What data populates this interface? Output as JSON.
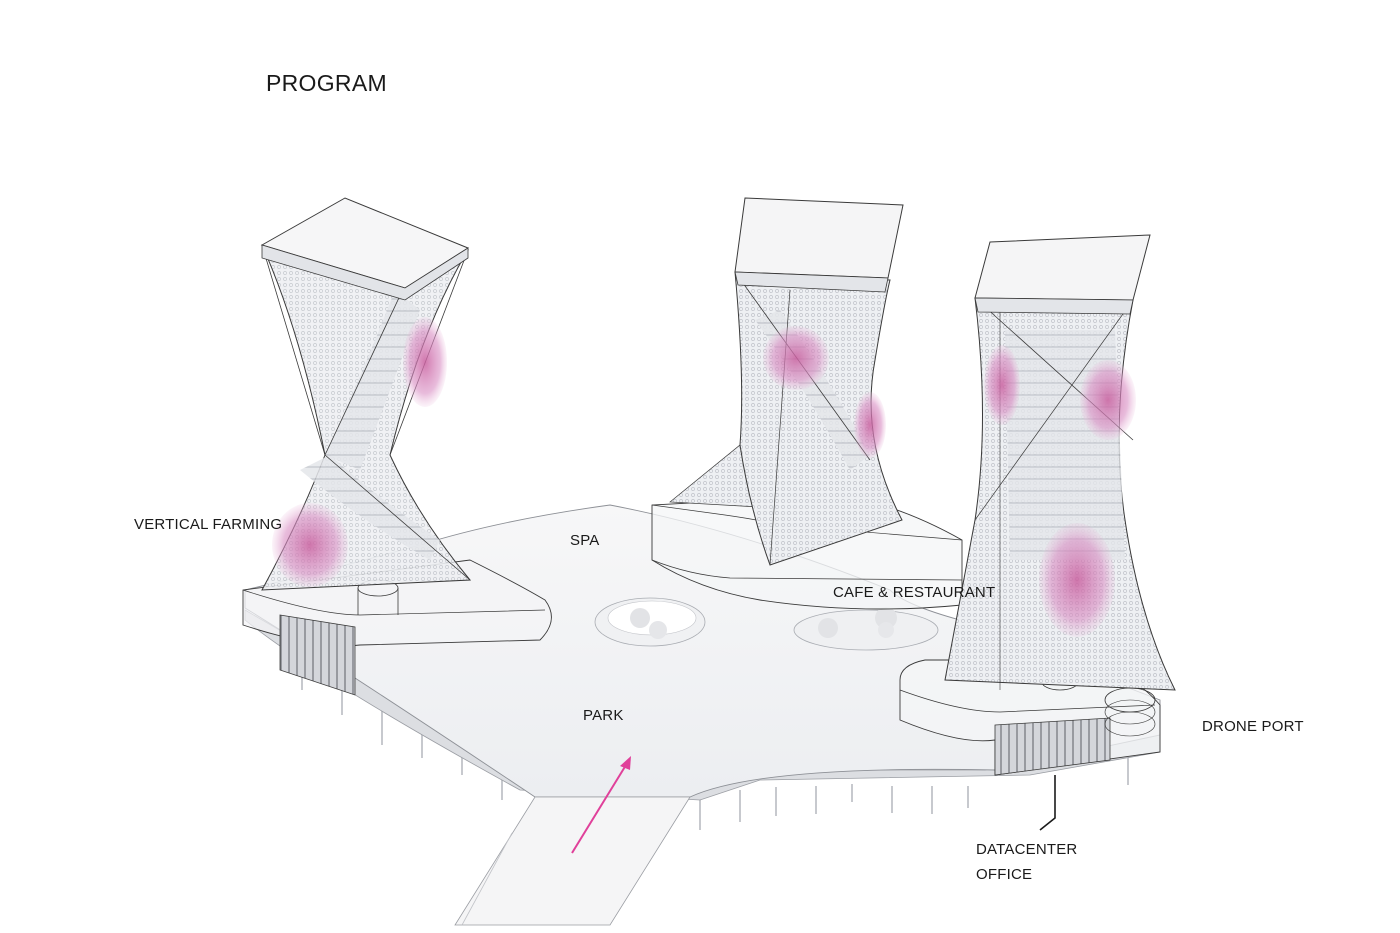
{
  "title": "PROGRAM",
  "labels": {
    "vertical_farming": "VERTICAL FARMING",
    "spa": "SPA",
    "cafe_restaurant": "CAFE & RESTAURANT",
    "park": "PARK",
    "drone_port": "DRONE PORT",
    "datacenter": "DATACENTER",
    "office": "OFFICE"
  },
  "colors": {
    "background": "#ffffff",
    "structure": "#e6e7ea",
    "outline": "#3a3a3a",
    "mesh": "#bfc2c8",
    "farming_pink": "#d98fc4",
    "arrow": "#e0409a"
  }
}
